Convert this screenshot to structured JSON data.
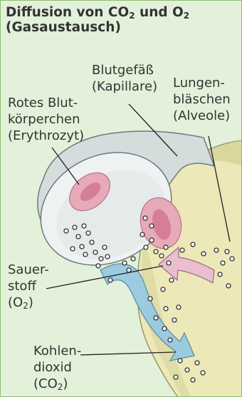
{
  "title": {
    "line1_prefix": "Diffusion von CO",
    "line1_sub": "2",
    "line1_mid": " und O",
    "line1_sub2": "2",
    "line2": "(Gasaustausch)"
  },
  "labels": {
    "blutgefaess": {
      "line1": "Blutgefäß",
      "line2": "(Kapillare)"
    },
    "lungen": {
      "line1": "Lungen-",
      "line2": "bläschen",
      "line3": "(Alveole)"
    },
    "rotes": {
      "line1": "Rotes Blut-",
      "line2": "körperchen",
      "line3": "(Erythrozyt)"
    },
    "sauer": {
      "line1": "Sauer-",
      "line2": "stoff",
      "line3_prefix": "(O",
      "line3_sub": "2",
      "line3_suffix": ")"
    },
    "kohlen": {
      "line1": "Kohlen-",
      "line2": "dioxid",
      "line3_prefix": "(CO",
      "line3_sub": "2",
      "line3_suffix": ")"
    }
  },
  "colors": {
    "background": "#e3f1da",
    "border": "#8bbf6e",
    "alveole": "#ece8b8",
    "vessel_wall": "#d4dcdc",
    "vessel_lumen": "#eef2f2",
    "erythrocyte": "#e6aab8",
    "oxygen_arrow": "#e9bfd0",
    "co2_arrow": "#9ccbe0"
  }
}
